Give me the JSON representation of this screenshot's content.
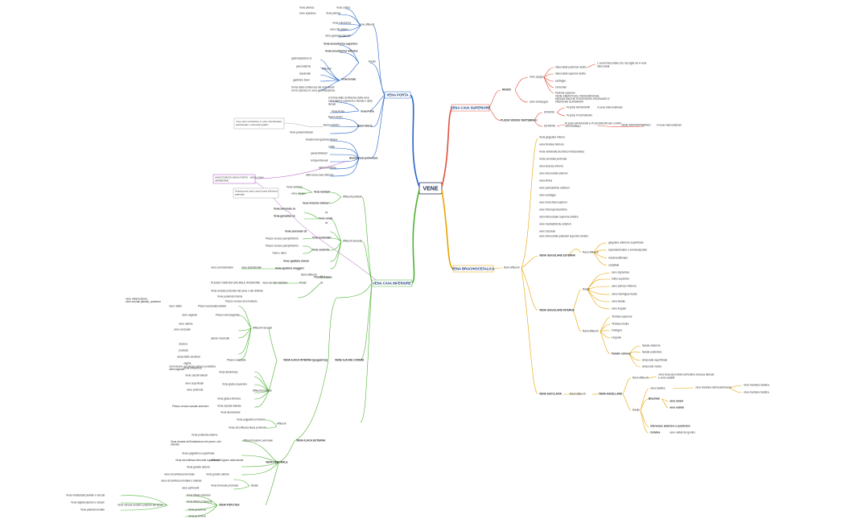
{
  "root": "VENE",
  "colors": {
    "porta": "#2563c9",
    "vcs": "#e2503a",
    "bc": "#e8a400",
    "vci": "#4db232",
    "link": "#b04fc4"
  },
  "porta": {
    "title": "VENA PORTA",
    "affluenti": "Vene affluenti",
    "aff_items": [
      "Vene pilorica",
      "vene epiploica",
      "Vena coledocica",
      "Vena cistica",
      "vena del grasso",
      "vena coronaria stomacica",
      "vena gastroduodenale"
    ],
    "radici": "Radici",
    "mes_sup": "Vena mesenterica superiore",
    "mes_inf": "Vena mesenterica inferiore",
    "lienale": "Vena lienale",
    "lienale_aff": "Affluenti",
    "lienale_items": [
      "gastroepiploica sx",
      "pancreatiche",
      "duodenali",
      "gastriche brevi"
    ],
    "lienale_note": "forma dalla confluenza dei rami lienali sul ilo splenico in vena gastroepiploica",
    "forma": "si forma dalla confluenza della vena mesenterica superiore e lienale e della lienale",
    "tronco": "Vena Porta",
    "rami": "Rami Interni",
    "porta_ilo": "Vena Porta nell'ilo",
    "rami_items": [
      "Ramo destro",
      "Ramo sinistro",
      "Vene paraombelicali"
    ],
    "ilo_note": "i due rami si dividono in vene interlobulari, perilobulari e sinusoidi epatici",
    "anast": "Anastomosi porto-cave",
    "anast_items": [
      "Anastomosi gastroesofagee",
      "rettali",
      "paraombelicali",
      "retroperitoneali",
      "diaframmatiche",
      "della vena cava inferiore"
    ],
    "anast_side": "ANASTOMOSI VENA PORTA - VENA CAVA INFERIORE"
  },
  "vcs": {
    "title": "VENA CAVA SUPERIORE",
    "radici": "RADICI",
    "vene_azygos": "vene azygos",
    "azygos_items": [
      "intercostali posteriori destre",
      "intercostali superiori destre",
      "esofagee",
      "bronchiali",
      "freniche superiori"
    ],
    "azygos_note": "1 vena intercostale che raccoglie da 4 vene intercostali",
    "emiazygos": "vene emiazygos",
    "emiazygos_items": [
      "VENE EMIAZYGOS, PERICARDICHE, MEDIASTINICHE POSTERIORI, ESOFAGEE E FRENICHE SUPERIORI"
    ],
    "plessi": "PLESSI VENOSI VERTEBRALI",
    "plessi_items": [
      "PLESSI ANTERIORI",
      "PLESSI POSTERIORI"
    ],
    "plessi_note": "in seno intervertebrale",
    "interni": "INTERNI",
    "esterni": "ESTERNI",
    "esterni_items": [
      "PLESSI ANTERIORI E POSTERIORI DEI CORPI VERTEBRALI"
    ],
    "basivertebrali": "VENE BASIVERTEBRALI",
    "basi_note": "in vene intervertebrali"
  },
  "bc": {
    "title": "VENA BRACHIOCEFALICA",
    "rami_aff": "Rami affluenti",
    "direct_items": [
      "Vena giugulare interna",
      "vena tiroidea inferiore",
      "Vena vertebrale (trombosi intracraniale)",
      "Vena cervicale profonda",
      "vena toracica interna",
      "vene intercostali anteriori",
      "vena timica",
      "vene pericardiche anteriori",
      "vene esofagee",
      "vene bronchiali superiori",
      "vene frenicopericardiche",
      "vena intercostale suprema sinistra",
      "vene mediastiniche anteriori",
      "vene tracheali",
      "vene intercostali posteriori superiori sinistre"
    ],
    "giug_est": "VENA GIUGULARE ESTERNA",
    "giug_est_rami": "Rami affluenti",
    "giug_est_items": [
      "giugulare anteriore superficiale",
      "sopraclavicolare e sovrascapolare",
      "retromandibolare",
      "occipitale"
    ],
    "giug_int": "VENA GIUGULARE INTERNA",
    "giug_int_radici": "Radici",
    "radici_items": [
      "seno sigmoideo",
      "bulbo superiore",
      "seno petroso inferiore",
      "vena meningea media",
      "vena faciale",
      "vene linguali"
    ],
    "giug_int_rami": "Rami affluenti",
    "rami_items": [
      "Tiroidea superiore",
      "Tiroidea media",
      "Faringea",
      "Linguale"
    ],
    "faciale": "Faciale comune",
    "faciale_items": [
      "faciale anteriore",
      "faciale posteriore",
      "temporale superficiale",
      "temporale media"
    ],
    "succlavia": "VENA SUCCLAVIA",
    "succ_rami": "Rami affluenti",
    "ascellare": "VENA ASCELLARE",
    "asc_rami": "Rami affluenti",
    "asc_item1": "vena toracoacromiale dell'arteria toracica laterale e vene satelliti",
    "radici": "Radici",
    "basilica": "vena basilica",
    "basilica_note": "vena mediana dell'avambraccio",
    "mediana_items": [
      "vena mediana cefalica",
      "vena mediana basilica"
    ],
    "brachiali": "Brachiali",
    "brach_items": [
      "vene ulnari",
      "vene radiali"
    ],
    "interossee": "Interossee anteriore e posteriore",
    "cefalica": "Cefalica",
    "cefalica_note": "vene radiali del gomito"
  },
  "vci": {
    "title": "VENA CAVA INFERIORE",
    "aff_par": "Affluenti parietali",
    "lombari": "Vene lombari",
    "lombari_items": [
      "vene lombari ascendenti",
      "vena lombare"
    ],
    "freniche": "Vene freniche inferiori",
    "aff_visc": "Affluenti viscerali",
    "renali": "Vene renali",
    "renali_items": [
      "renale sx",
      "renale dx"
    ],
    "surrenali": "Vena surrenale dx",
    "testicolari": "Vene testicolari",
    "test_items": [
      "Plesso venoso pampiniforme"
    ],
    "ovariche": "Vene ovariche",
    "ovar_items": [
      "Plesso venoso pampiniforme",
      "Tuba e utero"
    ],
    "epatiche_min": "Vene epatiche minori",
    "epatiche_mag": "Vene epatiche maggiori",
    "epatiche_items": [
      "vena centrolobulare",
      "vene sottolobulari"
    ],
    "cave_epatiche": "Tronco di base",
    "radici": "Radici",
    "rami_aff": "Rami affluenti",
    "sacrale": "vena sacrale mediana",
    "iliaca_comune": "VENE ILIACHE COMUNI",
    "iliaca_interna": "VENA ILIACA INTERNA (ipogastrica)",
    "plessi_pelvici": "PLESSO VENOSO SACRALE INTERIORE",
    "ipog_items": [
      "Vena glutea superiore",
      "Vena glutea inferiore",
      "Vena otturatoria",
      "Vene sacrali laterali"
    ],
    "aff_viscerali": "Affluenti viscerali",
    "visc_items": [
      "Vena pudenda interna",
      "Plesso venoso emorroidario",
      "Plesso vescicale",
      "Plesso uterovaginale",
      "Plesso venoso vaginale"
    ],
    "visc_sub": [
      "vene rettali",
      "vene vaginali"
    ],
    "plesso_vescicale": "Plesso venoso prostatico / vesciculare",
    "aff_parietali": "Affluenti parietali",
    "par_items": [
      "Vena otturatoria",
      "Vena glutea superiore",
      "Vena glutea inferiore",
      "Vena iliolombare",
      "Vena sacrale laterale",
      "Vena ileolombare"
    ],
    "iliaca_esterna": "VENA ILIACA ESTERNA",
    "est_aff": "Affluenti",
    "est_items": [
      "Vena epigastrica inferiore",
      "Vena circonflessa iliaca profonda"
    ],
    "femorale": "VENA FEMORALE",
    "fem_items": [
      "Vena pudenda esterna",
      "Vena circonflessa femorale superficiale",
      "Vena epigastrica superficiale",
      "Vena femorale profonda"
    ],
    "safena_note": "Affluenti regione perineale",
    "poplitea": "VENA POPLITEA",
    "pop_items": [
      "Vena tibiale anteriore",
      "Vena tibiale posteriore",
      "Vena peroniera"
    ],
    "pop_radici": "Radici",
    "pedidia": "Vene venose dorsali e plantari del piede",
    "ped_items": [
      "Vena metatarsali plantari e dorsali",
      "Vena digitali plantari e dorsali",
      "Vene plantari mediali"
    ]
  }
}
